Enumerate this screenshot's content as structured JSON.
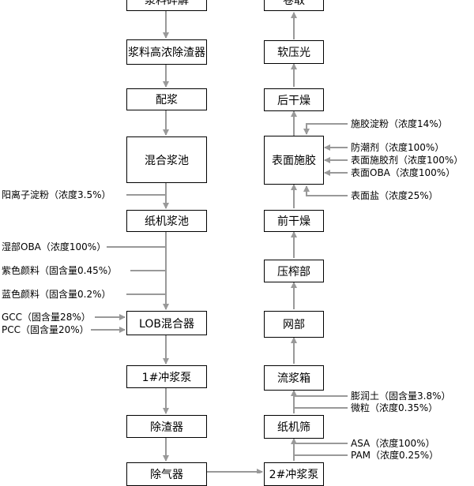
{
  "left_column": {
    "pulper": "浆料碎解",
    "hd_cleaner": "浆料高浓除渣器",
    "refining": "配浆",
    "blend_chest": "混合浆池",
    "machine_chest": "纸机浆池",
    "lob_mixer": "LOB混合器",
    "fan_pump_1": "1#冲浆泵",
    "cleaner": "除渣器",
    "deaerator": "除气器"
  },
  "right_column": {
    "reel": "卷取",
    "soft_calender": "软压光",
    "after_dryer": "后干燥",
    "surface_sizing": "表面施胶",
    "pre_dryer": "前干燥",
    "press": "压榨部",
    "wire": "网部",
    "headbox": "流浆箱",
    "machine_screen": "纸机筛",
    "fan_pump_2": "2#冲浆泵"
  },
  "left_additives": {
    "cationic_starch": "阳离子淀粉（浓度3.5%）",
    "wet_end_oba": "湿部OBA（浓度100%）",
    "violet_dye": "紫色颜料（固含量0.45%）",
    "blue_dye": "蓝色颜料（固含量0.2%）",
    "gcc": "GCC（固含量28%）",
    "pcc": "PCC（固含量20%）"
  },
  "right_additives": {
    "sizing_starch": "施胶淀粉（浓度14%）",
    "moisture_proof": "防潮剂（浓度100%）",
    "surface_sizing_agent": "表面施胶剂（浓度100%）",
    "surface_oba": "表面OBA（浓度100%）",
    "surface_salt": "表面盐（浓度25%）",
    "bentonite": "膨润土（固含量3.8%）",
    "microparticle": "微粒（浓度0.35%）",
    "asa": "ASA（浓度100%）",
    "pam": "PAM（浓度0.25%）"
  },
  "colors": {
    "line": "#999999",
    "box_border": "#000000",
    "text": "#000000"
  }
}
